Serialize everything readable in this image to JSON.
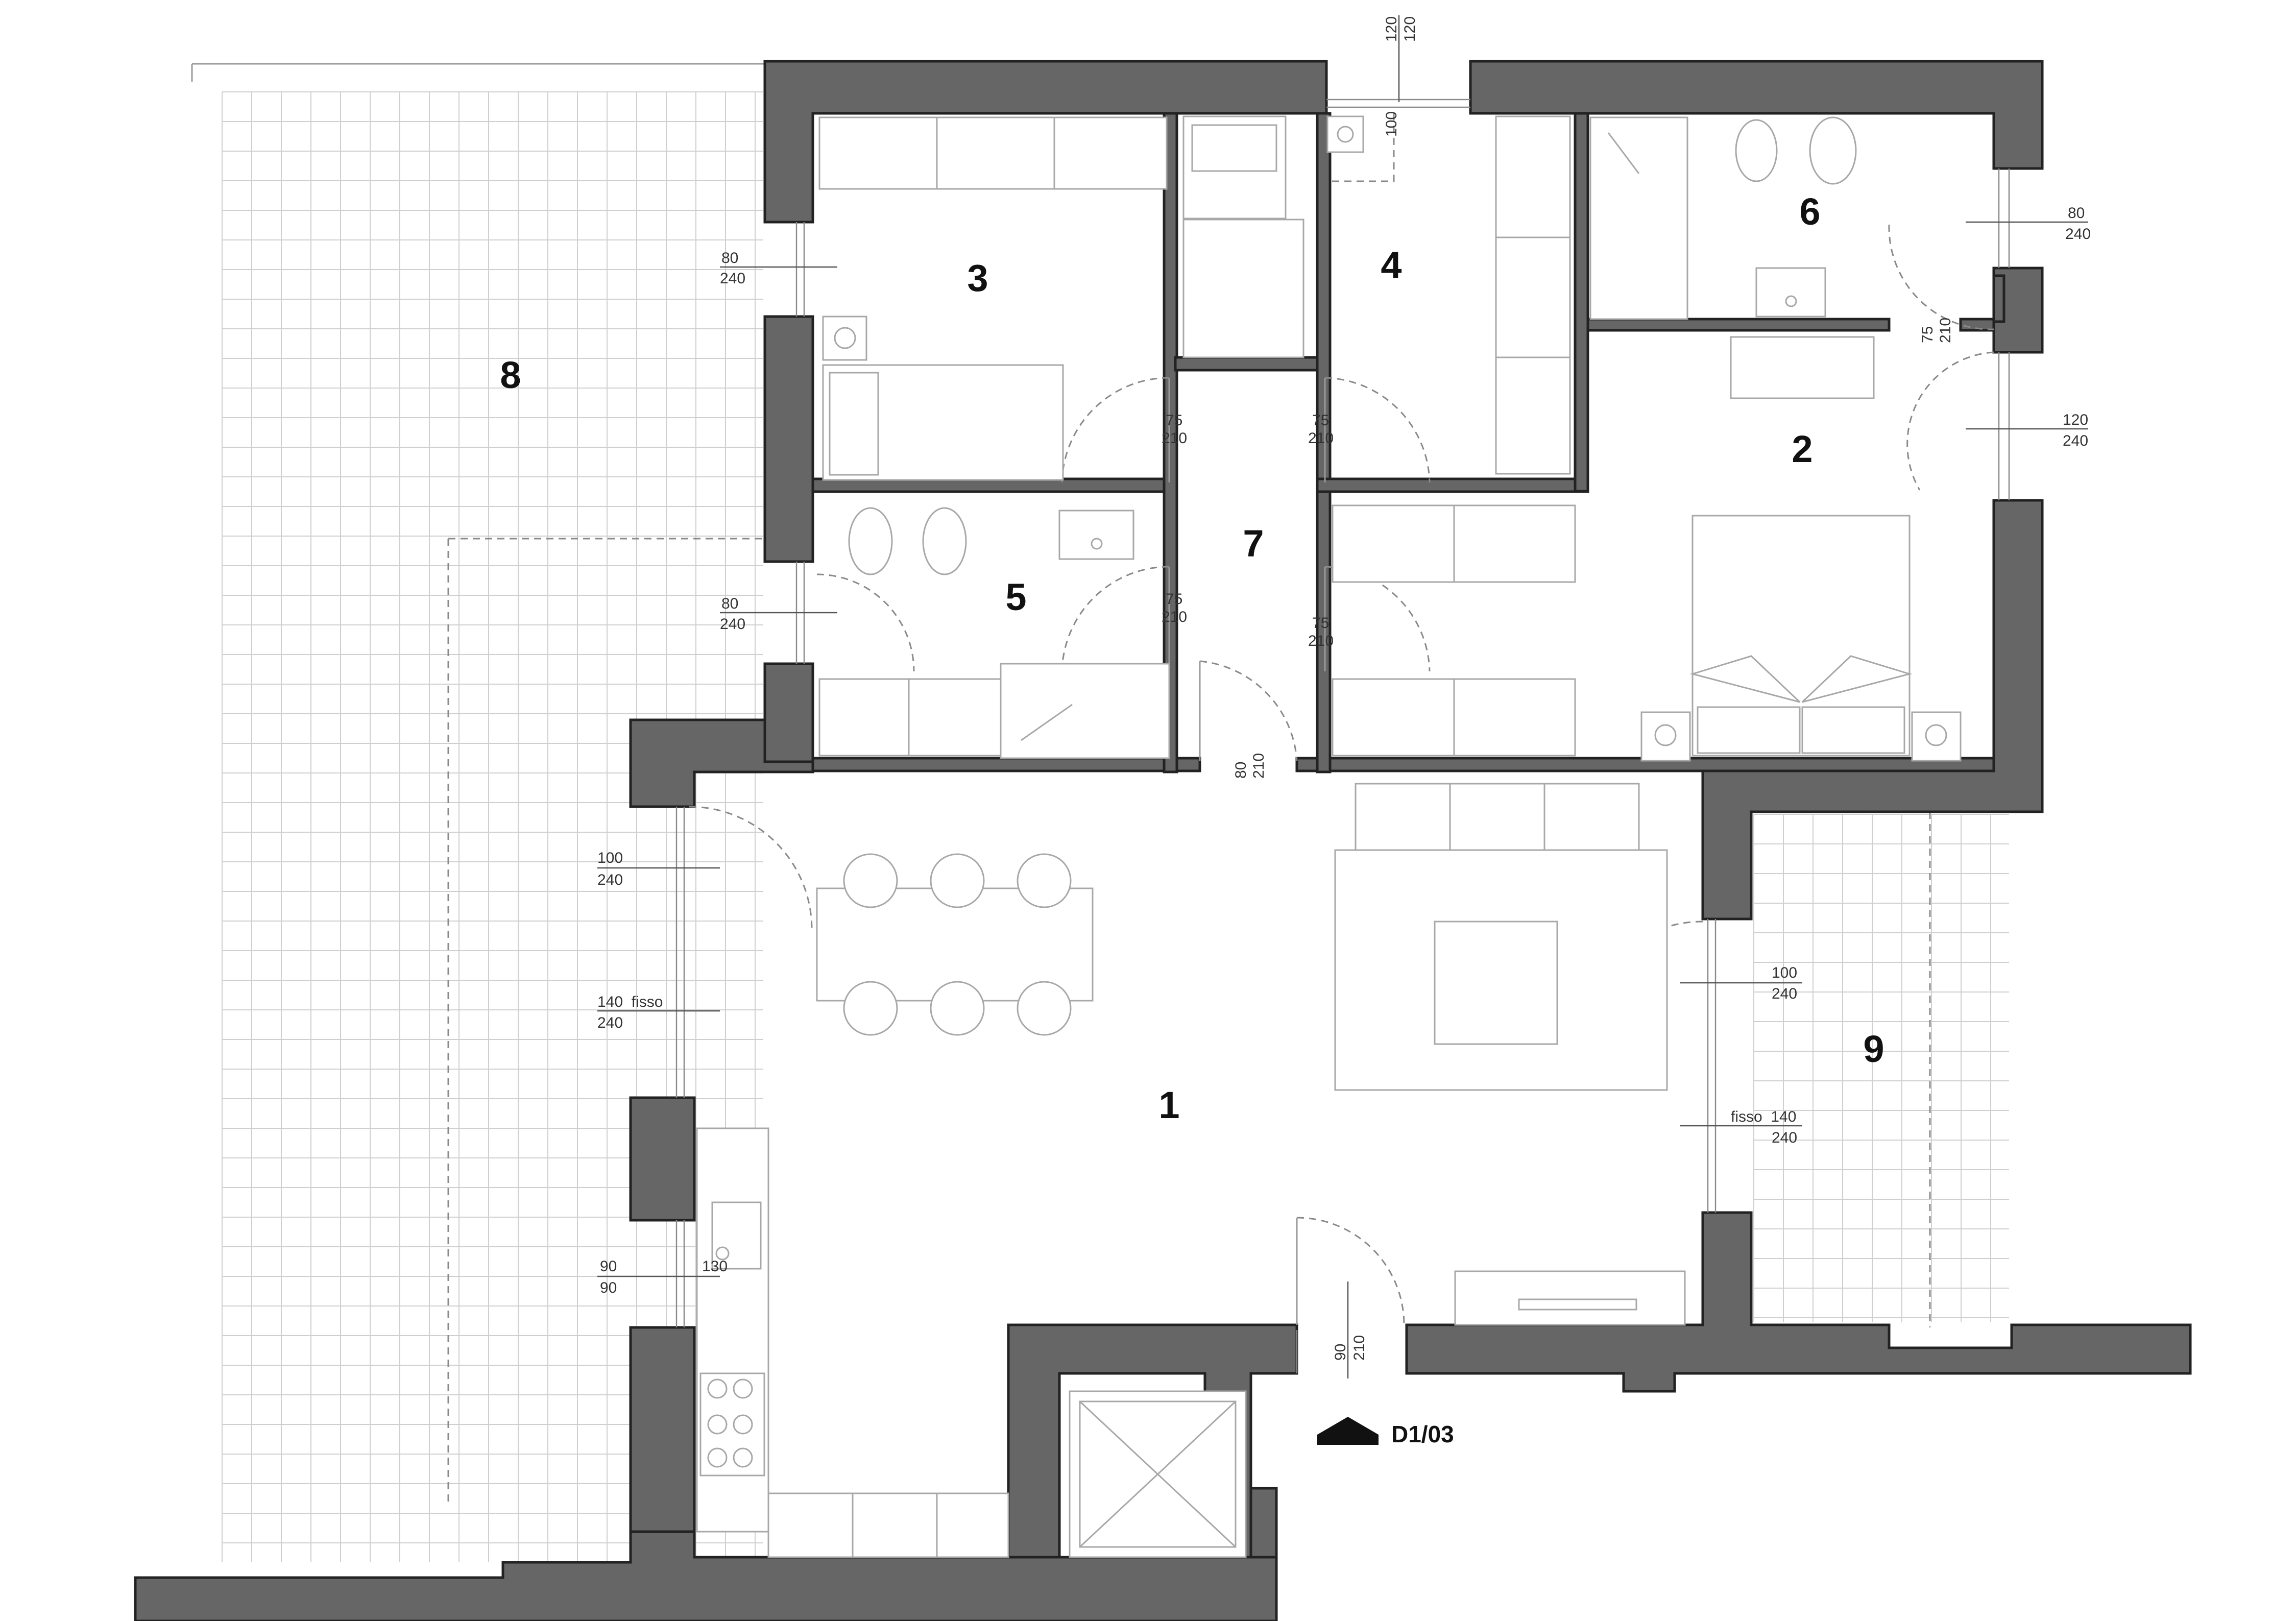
{
  "plan": {
    "rooms": [
      {
        "id": "1",
        "label": "1"
      },
      {
        "id": "2",
        "label": "2"
      },
      {
        "id": "3",
        "label": "3"
      },
      {
        "id": "4",
        "label": "4"
      },
      {
        "id": "5",
        "label": "5"
      },
      {
        "id": "6",
        "label": "6"
      },
      {
        "id": "7",
        "label": "7"
      },
      {
        "id": "8",
        "label": "8"
      },
      {
        "id": "9",
        "label": "9"
      }
    ],
    "openings": [
      {
        "id": "w3",
        "width": "80",
        "height": "240"
      },
      {
        "id": "w5",
        "width": "80",
        "height": "240"
      },
      {
        "id": "w1a",
        "width": "100",
        "height": "240"
      },
      {
        "id": "w1b",
        "width": "140  fisso",
        "height": "240"
      },
      {
        "id": "w1c",
        "width": "90",
        "height": "90"
      },
      {
        "id": "w1c_sill",
        "width": "130"
      },
      {
        "id": "w1d",
        "width": "100",
        "height": "240"
      },
      {
        "id": "w1e",
        "width": "fisso  140",
        "height": "240"
      },
      {
        "id": "w6",
        "width": "80",
        "height": "240"
      },
      {
        "id": "w2",
        "width": "120",
        "height": "240"
      },
      {
        "id": "w4",
        "width": "120",
        "height": "120",
        "sill": "100"
      },
      {
        "id": "d3",
        "width": "75",
        "height": "210"
      },
      {
        "id": "d4",
        "width": "75",
        "height": "210"
      },
      {
        "id": "d5",
        "width": "75",
        "height": "210"
      },
      {
        "id": "d2",
        "width": "75",
        "height": "210"
      },
      {
        "id": "d6",
        "width": "75",
        "height": "210"
      },
      {
        "id": "d7",
        "width": "80",
        "height": "210"
      },
      {
        "id": "dEntry",
        "width": "90",
        "height": "210"
      }
    ],
    "entrance_tag": "D1/03",
    "colors": {
      "wall": "#666666",
      "line": "#a8a8a8",
      "tile": "#cfcfcf",
      "text": "#111111"
    }
  }
}
